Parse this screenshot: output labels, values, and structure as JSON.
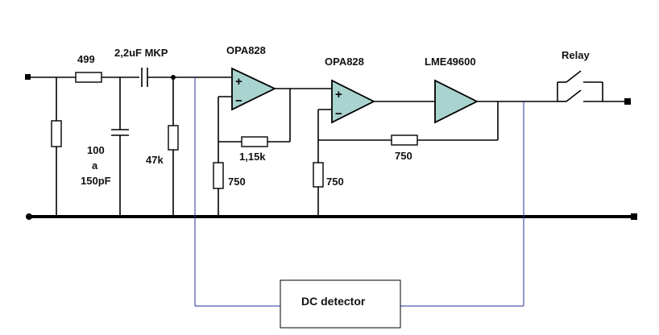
{
  "labels": {
    "r_series": "499",
    "c_coupling": "2,2uF MKP",
    "opamp1": "OPA828",
    "opamp2": "OPA828",
    "buffer": "LME49600",
    "relay": "Relay",
    "c_shunt_1": "100",
    "c_shunt_2": "a",
    "c_shunt_3": "150pF",
    "r_bias": "47k",
    "r_fb1": "1,15k",
    "r_fb2": "750",
    "r_gnd1": "750",
    "r_gnd2": "750",
    "dc_detector": "DC detector",
    "plus": "+",
    "minus": "−"
  },
  "colors": {
    "opamp_fill": "#a9d3cf",
    "wire": "#000000",
    "detector_wire": "#2a2f9a"
  }
}
